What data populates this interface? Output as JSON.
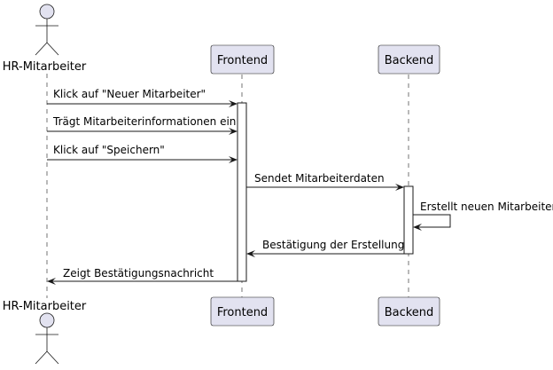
{
  "participants": {
    "actor": {
      "label": "HR-Mitarbeiter",
      "icon": "person-icon"
    },
    "frontend": {
      "label": "Frontend"
    },
    "backend": {
      "label": "Backend"
    }
  },
  "messages": [
    {
      "text": "Klick auf \"Neuer Mitarbeiter\"",
      "from": "actor",
      "to": "frontend"
    },
    {
      "text": "Trägt Mitarbeiterinformationen ein",
      "from": "actor",
      "to": "frontend"
    },
    {
      "text": "Klick auf \"Speichern\"",
      "from": "actor",
      "to": "frontend"
    },
    {
      "text": "Sendet Mitarbeiterdaten",
      "from": "frontend",
      "to": "backend"
    },
    {
      "text": "Erstellt neuen Mitarbeiter",
      "from": "backend",
      "to": "backend"
    },
    {
      "text": "Bestätigung der Erstellung",
      "from": "backend",
      "to": "frontend"
    },
    {
      "text": "Zeigt Bestätigungsnachricht",
      "from": "frontend",
      "to": "actor"
    }
  ],
  "colors": {
    "participant_fill": "#E2E2F0",
    "line": "#181818",
    "background": "#FFFFFF"
  }
}
